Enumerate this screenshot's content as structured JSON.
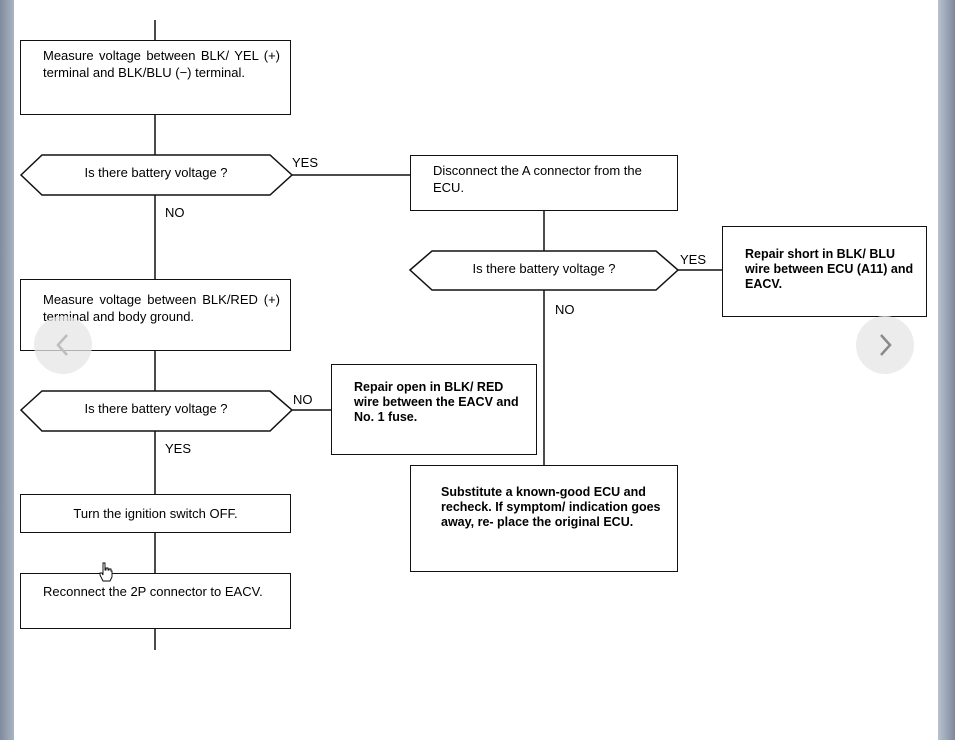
{
  "flowchart": {
    "step_measure_yel_blu": "Measure voltage between BLK/ YEL (+) terminal and BLK/BLU (−) terminal.",
    "decision_1": "Is there battery voltage ?",
    "decision_1_yes": "YES",
    "decision_1_no": "NO",
    "step_disconnect": "Disconnect the A connector from the ECU.",
    "decision_2": "Is there battery voltage ?",
    "decision_2_yes": "YES",
    "decision_2_no": "NO",
    "repair_short": "Repair short in BLK/ BLU wire between ECU (A11) and EACV.",
    "step_measure_red_ground": "Measure voltage between BLK/RED (+) terminal and body ground.",
    "decision_3": "Is there battery voltage ?",
    "decision_3_no": "NO",
    "decision_3_yes": "YES",
    "repair_open": "Repair open in BLK/ RED wire between the EACV and No. 1 fuse.",
    "substitute_ecu": "Substitute a known-good ECU and recheck. If symptom/ indication goes away, re- place the original ECU.",
    "step_ignition_off": "Turn the ignition switch OFF.",
    "step_reconnect": "Reconnect the 2P connector to EACV."
  },
  "navigation": {
    "prev_icon": "chevron-left-icon",
    "next_icon": "chevron-right-icon"
  }
}
